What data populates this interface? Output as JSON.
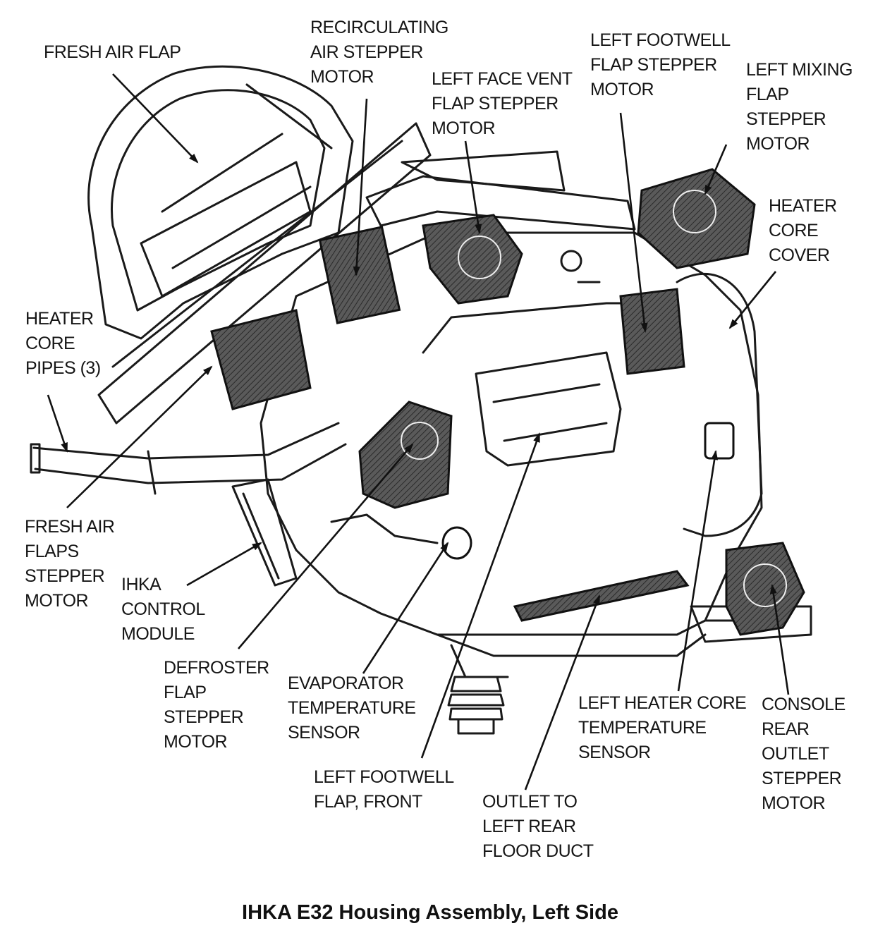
{
  "caption": "IHKA E32 Housing Assembly, Left Side",
  "labels": {
    "fresh_air_flap": [
      "FRESH AIR FLAP"
    ],
    "recirc_motor": [
      "RECIRCULATING",
      "AIR STEPPER",
      "MOTOR"
    ],
    "left_face_vent": [
      "LEFT FACE VENT",
      "FLAP STEPPER",
      "MOTOR"
    ],
    "left_footwell_motor": [
      "LEFT FOOTWELL",
      "FLAP STEPPER",
      "MOTOR"
    ],
    "left_mixing": [
      "LEFT MIXING",
      "FLAP",
      "STEPPER",
      "MOTOR"
    ],
    "heater_core_cover": [
      "HEATER",
      "CORE",
      "COVER"
    ],
    "heater_core_pipes": [
      "HEATER",
      "CORE",
      "PIPES (3)"
    ],
    "fresh_air_flaps_motor": [
      "FRESH AIR",
      "FLAPS",
      "STEPPER",
      "MOTOR"
    ],
    "ihka_module": [
      "IHKA",
      "CONTROL",
      "MODULE"
    ],
    "defroster_motor": [
      "DEFROSTER",
      "FLAP",
      "STEPPER",
      "MOTOR"
    ],
    "evaporator_sensor": [
      "EVAPORATOR",
      "TEMPERATURE",
      "SENSOR"
    ],
    "left_footwell_front": [
      "LEFT FOOTWELL",
      "FLAP, FRONT"
    ],
    "outlet_rear_floor": [
      "OUTLET TO",
      "LEFT REAR",
      "FLOOR DUCT"
    ],
    "heater_core_sensor": [
      "LEFT HEATER CORE",
      "TEMPERATURE",
      "SENSOR"
    ],
    "console_rear_motor": [
      "CONSOLE",
      "REAR",
      "OUTLET",
      "STEPPER",
      "MOTOR"
    ]
  }
}
